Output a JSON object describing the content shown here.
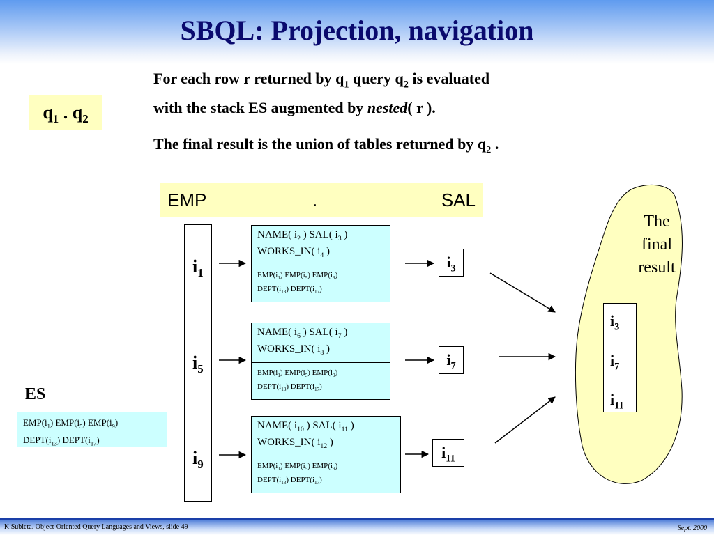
{
  "slide": {
    "title": "SBQL: Projection, navigation",
    "query_label": {
      "q": "q",
      "sub1": "1",
      "dot": ".",
      "sub2": "2"
    },
    "description": {
      "line1_a": "For each row ",
      "line1_r": "r",
      "line1_b": " returned by ",
      "line1_q": "q",
      "line1_q_sub": "1",
      "line1_c": " query ",
      "line1_q2": "q",
      "line1_q2_sub": "2",
      "line1_d": " is evaluated",
      "line2_a": "with the stack ES augmented by ",
      "line2_nested": "nested",
      "line2_b": "( r ).",
      "line3_a": "The final result is the union of tables returned by ",
      "line3_q": "q",
      "line3_q_sub": "2",
      "line3_b": " ."
    },
    "expression": {
      "left": "EMP",
      "dot": ".",
      "right": "SAL"
    },
    "sequence": [
      {
        "id": "i",
        "sub": "1"
      },
      {
        "id": "i",
        "sub": "5"
      },
      {
        "id": "i",
        "sub": "9"
      }
    ],
    "frames": [
      {
        "name": "NAME( i",
        "name_sub": "2",
        "sal": " )  SAL( i",
        "sal_sub": "3",
        "sal_end": " )",
        "works": "WORKS_IN( i",
        "works_sub": "4",
        "works_end": " )"
      },
      {
        "name": "NAME( i",
        "name_sub": "6",
        "sal": " )  SAL( i",
        "sal_sub": "7",
        "sal_end": " )",
        "works": "WORKS_IN( i",
        "works_sub": "8",
        "works_end": " )"
      },
      {
        "name": "NAME( i",
        "name_sub": "10",
        "sal": " )  SAL( i",
        "sal_sub": "11",
        "sal_end": " )",
        "works": "WORKS_IN( i",
        "works_sub": "12",
        "works_end": " )"
      }
    ],
    "env": {
      "emp": "EMP(i",
      "s1": "1",
      "emp5": ")  EMP(i",
      "s5": "5",
      "emp9": ")  EMP(i",
      "s9": "9",
      "close": ")",
      "dept": "DEPT(i",
      "s13": "13",
      "dept17": ")  DEPT(i",
      "s17": "17"
    },
    "results": [
      {
        "id": "i",
        "sub": "3"
      },
      {
        "id": "i",
        "sub": "7"
      },
      {
        "id": "i",
        "sub": "11"
      }
    ],
    "es_label": "ES",
    "final_result_label": [
      "The",
      "final",
      "result"
    ],
    "footer": {
      "left": "K.Subieta. Object-Oriented Query Languages and Views, slide 49",
      "right": "Sept. 2000"
    },
    "colors": {
      "title": "#0a0a6e",
      "yellow": "#ffffc0",
      "frame": "#ccffff",
      "header_blue": "#5f9bef"
    }
  }
}
